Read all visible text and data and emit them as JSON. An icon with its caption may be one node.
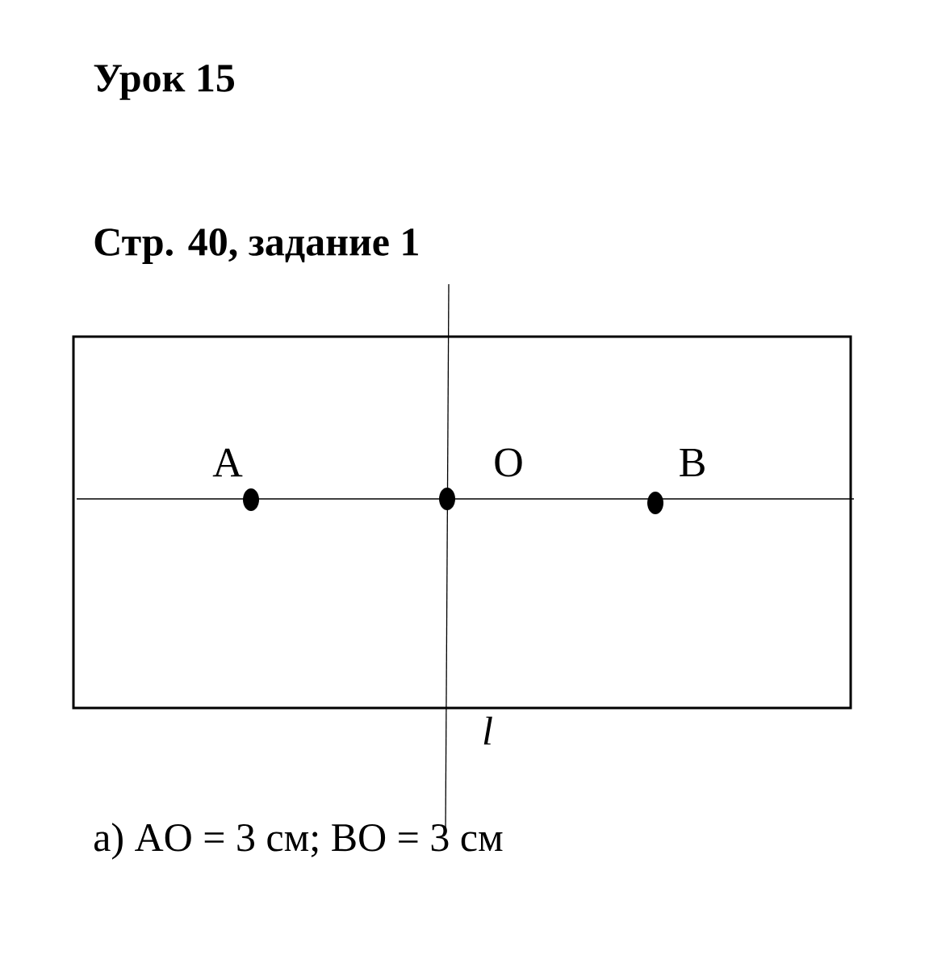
{
  "diagram": {
    "title": "Урок 15",
    "labels": [
      "Стр. 40, задание 1",
      "A",
      "O",
      "B",
      "l",
      "а) AO = 3 см; BO = 3 см"
    ]
  }
}
